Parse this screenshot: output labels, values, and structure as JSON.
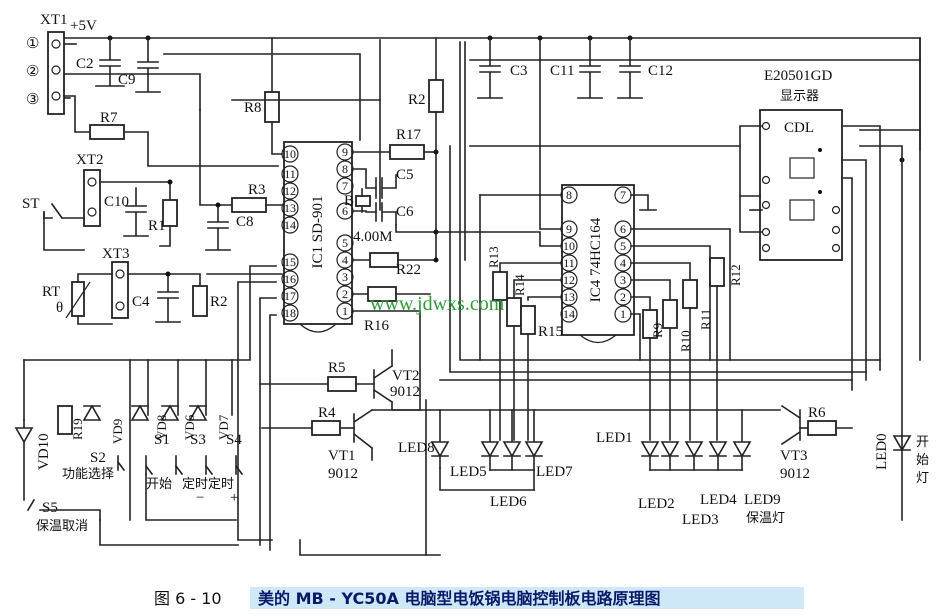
{
  "connector_labels": [
    "XT1",
    "XT2",
    "XT3",
    "ST",
    "RT",
    "θ",
    "+5V"
  ],
  "xt1_terminals": [
    "①",
    "②",
    "③"
  ],
  "capacitors": [
    "C2",
    "C9",
    "C10",
    "C4",
    "C8",
    "C5",
    "C6",
    "C3",
    "C11",
    "C12"
  ],
  "resistors": [
    "R1",
    "R2",
    "R3",
    "R4",
    "R5",
    "R6",
    "R7",
    "R8",
    "R9",
    "R10",
    "R11",
    "R12",
    "R13",
    "R14",
    "R15",
    "R16",
    "R17",
    "R19",
    "R22"
  ],
  "ic1": {
    "label": "IC1 SD-901",
    "left_pins": [
      "10",
      "11",
      "12",
      "13",
      "14",
      "15",
      "16",
      "17",
      "18"
    ],
    "right_pins": [
      "9",
      "8",
      "7",
      "6",
      "5",
      "4",
      "3",
      "2",
      "1"
    ]
  },
  "ic4": {
    "label": "IC4 74HC164",
    "left_pins": [
      "8",
      "9",
      "10",
      "11",
      "12",
      "13",
      "14"
    ],
    "right_pins": [
      "7",
      "6",
      "5",
      "4",
      "3",
      "2",
      "1"
    ]
  },
  "crystal": {
    "ref": "B",
    "freq": "4.00M"
  },
  "display": {
    "model": "E20501GD",
    "name": "显示器",
    "cdl": "CDL"
  },
  "transistors": [
    {
      "ref": "VT1",
      "type": "9012"
    },
    {
      "ref": "VT2",
      "type": "9012"
    },
    {
      "ref": "VT3",
      "type": "9012"
    }
  ],
  "diodes": [
    "VD6",
    "VD7",
    "VD8",
    "VD9",
    "VD10"
  ],
  "leds": [
    "LED0",
    "LED1",
    "LED2",
    "LED3",
    "LED4",
    "LED5",
    "LED6",
    "LED7",
    "LED8",
    "LED9"
  ],
  "switches": {
    "s1": "S1",
    "s2": "S2",
    "s3": "S3",
    "s4": "S4",
    "s5": "S5",
    "s1_fn": "开始",
    "s2_fn": "功能选择",
    "s34_fn": "定时定时",
    "s5_fn": "保温取消",
    "minus": "−",
    "plus": "+"
  },
  "led_notes": {
    "led0_fn": "开始灯",
    "led9_fn": "保温灯"
  },
  "watermark": "www.jdwxs.com",
  "caption": {
    "figure_no": "图 6 - 10",
    "title": "美的 MB - YC50A 电脑型电饭锅电脑控制板电路原理图"
  }
}
